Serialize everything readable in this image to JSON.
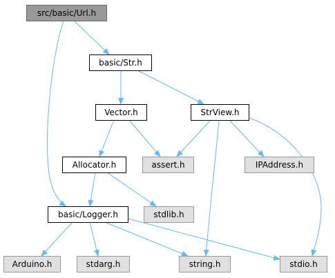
{
  "colors": {
    "edge": "#63b8ff",
    "focus_fill": "#999999",
    "focus_stroke": "#666666",
    "node_fill": "#ffffff",
    "node_stroke": "#000000",
    "external_fill": "#e0e0e0",
    "external_stroke": "#999999"
  },
  "nodes": [
    {
      "id": "url",
      "label": "src/basic/Url.h",
      "kind": "focus"
    },
    {
      "id": "str",
      "label": "basic/Str.h",
      "kind": "normal"
    },
    {
      "id": "vector",
      "label": "Vector.h",
      "kind": "normal"
    },
    {
      "id": "strview",
      "label": "StrView.h",
      "kind": "normal"
    },
    {
      "id": "allocator",
      "label": "Allocator.h",
      "kind": "normal"
    },
    {
      "id": "assert",
      "label": "assert.h",
      "kind": "external"
    },
    {
      "id": "ipaddress",
      "label": "IPAddress.h",
      "kind": "external"
    },
    {
      "id": "logger",
      "label": "basic/Logger.h",
      "kind": "normal"
    },
    {
      "id": "stdlib",
      "label": "stdlib.h",
      "kind": "external"
    },
    {
      "id": "arduino",
      "label": "Arduino.h",
      "kind": "external"
    },
    {
      "id": "stdarg",
      "label": "stdarg.h",
      "kind": "external"
    },
    {
      "id": "string",
      "label": "string.h",
      "kind": "external"
    },
    {
      "id": "stdio",
      "label": "stdio.h",
      "kind": "external"
    }
  ],
  "edges": [
    {
      "from": "url",
      "to": "str"
    },
    {
      "from": "url",
      "to": "logger"
    },
    {
      "from": "str",
      "to": "vector"
    },
    {
      "from": "str",
      "to": "strview"
    },
    {
      "from": "vector",
      "to": "allocator"
    },
    {
      "from": "vector",
      "to": "assert"
    },
    {
      "from": "strview",
      "to": "assert"
    },
    {
      "from": "strview",
      "to": "ipaddress"
    },
    {
      "from": "strview",
      "to": "string"
    },
    {
      "from": "strview",
      "to": "stdio"
    },
    {
      "from": "allocator",
      "to": "logger"
    },
    {
      "from": "allocator",
      "to": "stdlib"
    },
    {
      "from": "logger",
      "to": "arduino"
    },
    {
      "from": "logger",
      "to": "stdarg"
    },
    {
      "from": "logger",
      "to": "string"
    },
    {
      "from": "logger",
      "to": "stdio"
    }
  ]
}
